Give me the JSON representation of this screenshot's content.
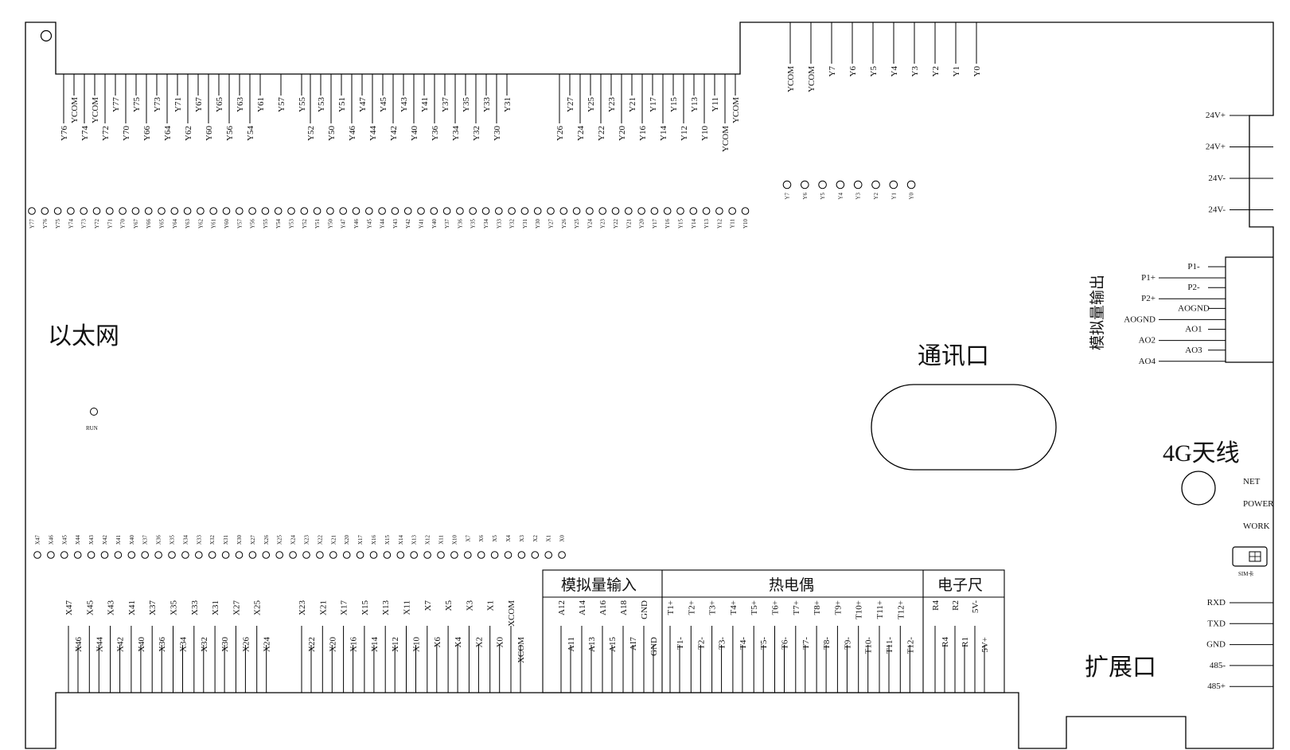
{
  "labels": {
    "ethernet": "以太网",
    "comm_port": "通讯口",
    "antenna_4g": "4G天线",
    "expansion_port": "扩展口",
    "analog_output": "模拟量输出",
    "analog_input": "模拟量输入",
    "thermocouple": "热电偶",
    "e_ruler": "电子尺",
    "run": "RUN",
    "net": "NET",
    "power": "POWER",
    "work": "WORK",
    "sim": "SIM卡"
  },
  "top_left_row1": [
    "YCOM",
    "YCOM",
    "Y77",
    "Y75",
    "Y73",
    "Y71",
    "Y67",
    "Y65",
    "Y63",
    "Y61",
    "Y57",
    "Y55"
  ],
  "top_left_row2": [
    "Y76",
    "Y74",
    "Y72",
    "Y70",
    "Y66",
    "Y64",
    "Y62",
    "Y60",
    "Y56",
    "Y54"
  ],
  "top_mid_row1": [
    "Y53",
    "Y51",
    "Y47",
    "Y45",
    "Y43",
    "Y41",
    "Y37",
    "Y35",
    "Y33",
    "Y31"
  ],
  "top_mid_row2": [
    "Y52",
    "Y50",
    "Y46",
    "Y44",
    "Y42",
    "Y40",
    "Y36",
    "Y34",
    "Y32",
    "Y30"
  ],
  "top_right_row1": [
    "Y27",
    "Y25",
    "Y23",
    "Y21",
    "Y17",
    "Y15",
    "Y13",
    "Y11",
    "YCOM"
  ],
  "top_right_row2": [
    "Y26",
    "Y24",
    "Y22",
    "Y20",
    "Y16",
    "Y14",
    "Y12",
    "Y10",
    "YCOM"
  ],
  "top_far_right": [
    "YCOM",
    "YCOM",
    "Y7",
    "Y6",
    "Y5",
    "Y4",
    "Y3",
    "Y2",
    "Y1",
    "Y0"
  ],
  "led_y_top": [
    "Y77",
    "Y76",
    "Y75",
    "Y74",
    "Y73",
    "Y72",
    "Y71",
    "Y70",
    "Y67",
    "Y66",
    "Y65",
    "Y64",
    "Y63",
    "Y62",
    "Y61",
    "Y60",
    "Y57",
    "Y56",
    "Y55",
    "Y54",
    "Y53",
    "Y52",
    "Y51",
    "Y50",
    "Y47",
    "Y46",
    "Y45",
    "Y44",
    "Y43",
    "Y42",
    "Y41",
    "Y40",
    "Y37",
    "Y36",
    "Y35",
    "Y34",
    "Y33",
    "Y32",
    "Y31",
    "Y30",
    "Y27",
    "Y26",
    "Y25",
    "Y24",
    "Y23",
    "Y22",
    "Y21",
    "Y20",
    "Y17",
    "Y16",
    "Y15",
    "Y14",
    "Y13",
    "Y12",
    "Y11",
    "Y10"
  ],
  "led_y_small": [
    "Y7",
    "Y6",
    "Y5",
    "Y4",
    "Y3",
    "Y2",
    "Y1",
    "Y0"
  ],
  "led_x": [
    "X47",
    "X46",
    "X45",
    "X44",
    "X43",
    "X42",
    "X41",
    "X40",
    "X37",
    "X36",
    "X35",
    "X34",
    "X33",
    "X32",
    "X31",
    "X30",
    "X27",
    "X26",
    "X25",
    "X24",
    "X23",
    "X22",
    "X21",
    "X20",
    "X17",
    "X16",
    "X15",
    "X14",
    "X13",
    "X12",
    "X11",
    "X10",
    "X7",
    "X6",
    "X5",
    "X4",
    "X3",
    "X2",
    "X1",
    "X0"
  ],
  "bottom_x_row1": [
    "X47",
    "X45",
    "X43",
    "X41",
    "X37",
    "X35",
    "X33",
    "X31",
    "X27",
    "X25",
    "X23",
    "X21",
    "X17",
    "X15",
    "X13",
    "X11",
    "X7",
    "X5",
    "X3",
    "X1",
    "XCOM"
  ],
  "bottom_x_row2": [
    "X46",
    "X44",
    "X42",
    "X40",
    "X36",
    "X34",
    "X32",
    "X30",
    "X26",
    "X24",
    "X22",
    "X20",
    "X16",
    "X14",
    "X12",
    "X10",
    "X6",
    "X4",
    "X2",
    "X0",
    "XCOM"
  ],
  "analog_in_row1": [
    "A12",
    "A14",
    "A16",
    "A18",
    "GND"
  ],
  "analog_in_row2": [
    "A11",
    "A13",
    "A15",
    "AI7",
    "GND"
  ],
  "thermo_row1": [
    "T1+",
    "T2+",
    "T3+",
    "T4+",
    "T5+",
    "T6+",
    "T7+",
    "T8+",
    "T9+",
    "T10+",
    "T11+",
    "T12+"
  ],
  "thermo_row2": [
    "T1-",
    "T2-",
    "T3-",
    "T4-",
    "T5-",
    "T6-",
    "T7-",
    "T8-",
    "T9-",
    "T10-",
    "T11-",
    "T12-"
  ],
  "ruler_row1": [
    "R4",
    "R2",
    "5V-"
  ],
  "ruler_row2": [
    "R4",
    "R1",
    "5V+"
  ],
  "power_pins": [
    "24V+",
    "24V+",
    "24V-",
    "24V-"
  ],
  "ao_left": [
    "P1+",
    "P2+",
    "AOGND",
    "AO2",
    "AO4"
  ],
  "ao_right": [
    "P1-",
    "P2-",
    "AOGND",
    "AO1",
    "AO3"
  ],
  "comm_pins": [
    "RXD",
    "TXD",
    "GND",
    "485-",
    "485+"
  ]
}
